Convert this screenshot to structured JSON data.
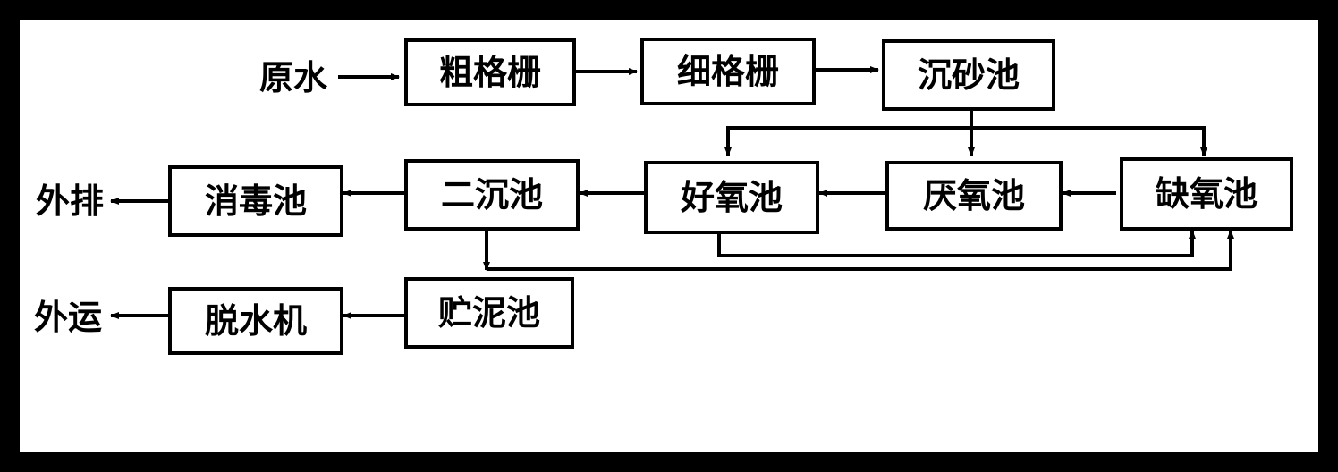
{
  "diagram": {
    "inputs": {
      "raw_water": "原水"
    },
    "outputs": {
      "discharge": "外排",
      "transport": "外运"
    },
    "nodes": {
      "coarse_screen": "粗格栅",
      "fine_screen": "细格栅",
      "grit_chamber": "沉砂池",
      "anoxic_tank": "缺氧池",
      "anaerobic_tank": "厌氧池",
      "aerobic_tank": "好氧池",
      "secondary_clarifier": "二沉池",
      "disinfection_tank": "消毒池",
      "sludge_storage_tank": "贮泥池",
      "dewatering_machine": "脱水机"
    },
    "flows": [
      [
        "原水",
        "粗格栅"
      ],
      [
        "粗格栅",
        "细格栅"
      ],
      [
        "细格栅",
        "沉砂池"
      ],
      [
        "沉砂池",
        "好氧池"
      ],
      [
        "沉砂池",
        "厌氧池"
      ],
      [
        "沉砂池",
        "缺氧池"
      ],
      [
        "缺氧池",
        "厌氧池"
      ],
      [
        "厌氧池",
        "好氧池"
      ],
      [
        "好氧池",
        "二沉池"
      ],
      [
        "二沉池",
        "消毒池"
      ],
      [
        "消毒池",
        "外排"
      ],
      [
        "好氧池",
        "缺氧池"
      ],
      [
        "二沉池",
        "贮泥池"
      ],
      [
        "二沉池",
        "缺氧池"
      ],
      [
        "贮泥池",
        "脱水机"
      ],
      [
        "脱水机",
        "外运"
      ]
    ]
  },
  "style": {
    "line_color": "#000000",
    "background": "#ffffff"
  }
}
